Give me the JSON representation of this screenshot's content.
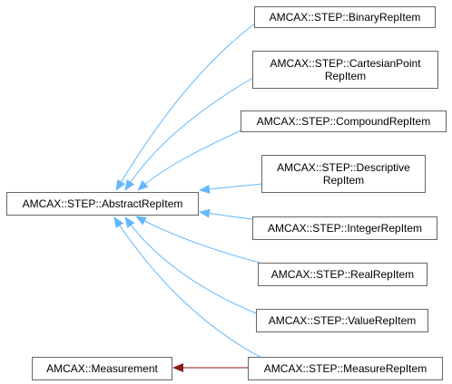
{
  "colors": {
    "inheritance_edge": "#63b8ff",
    "usage_edge": "#8b1a1a",
    "node_border": "#666666",
    "node_text": "#000000"
  },
  "nodes": {
    "binary": {
      "line1": "AMCAX::STEP::BinaryRepItem"
    },
    "cartesian": {
      "line1": "AMCAX::STEP::CartesianPoint",
      "line2": "RepItem"
    },
    "compound": {
      "line1": "AMCAX::STEP::CompoundRepItem"
    },
    "descriptive": {
      "line1": "AMCAX::STEP::Descriptive",
      "line2": "RepItem"
    },
    "abstract": {
      "line1": "AMCAX::STEP::AbstractRepItem"
    },
    "integer": {
      "line1": "AMCAX::STEP::IntegerRepItem"
    },
    "real": {
      "line1": "AMCAX::STEP::RealRepItem"
    },
    "value": {
      "line1": "AMCAX::STEP::ValueRepItem"
    },
    "measurement": {
      "line1": "AMCAX::Measurement"
    },
    "measure": {
      "line1": "AMCAX::STEP::MeasureRepItem"
    }
  }
}
